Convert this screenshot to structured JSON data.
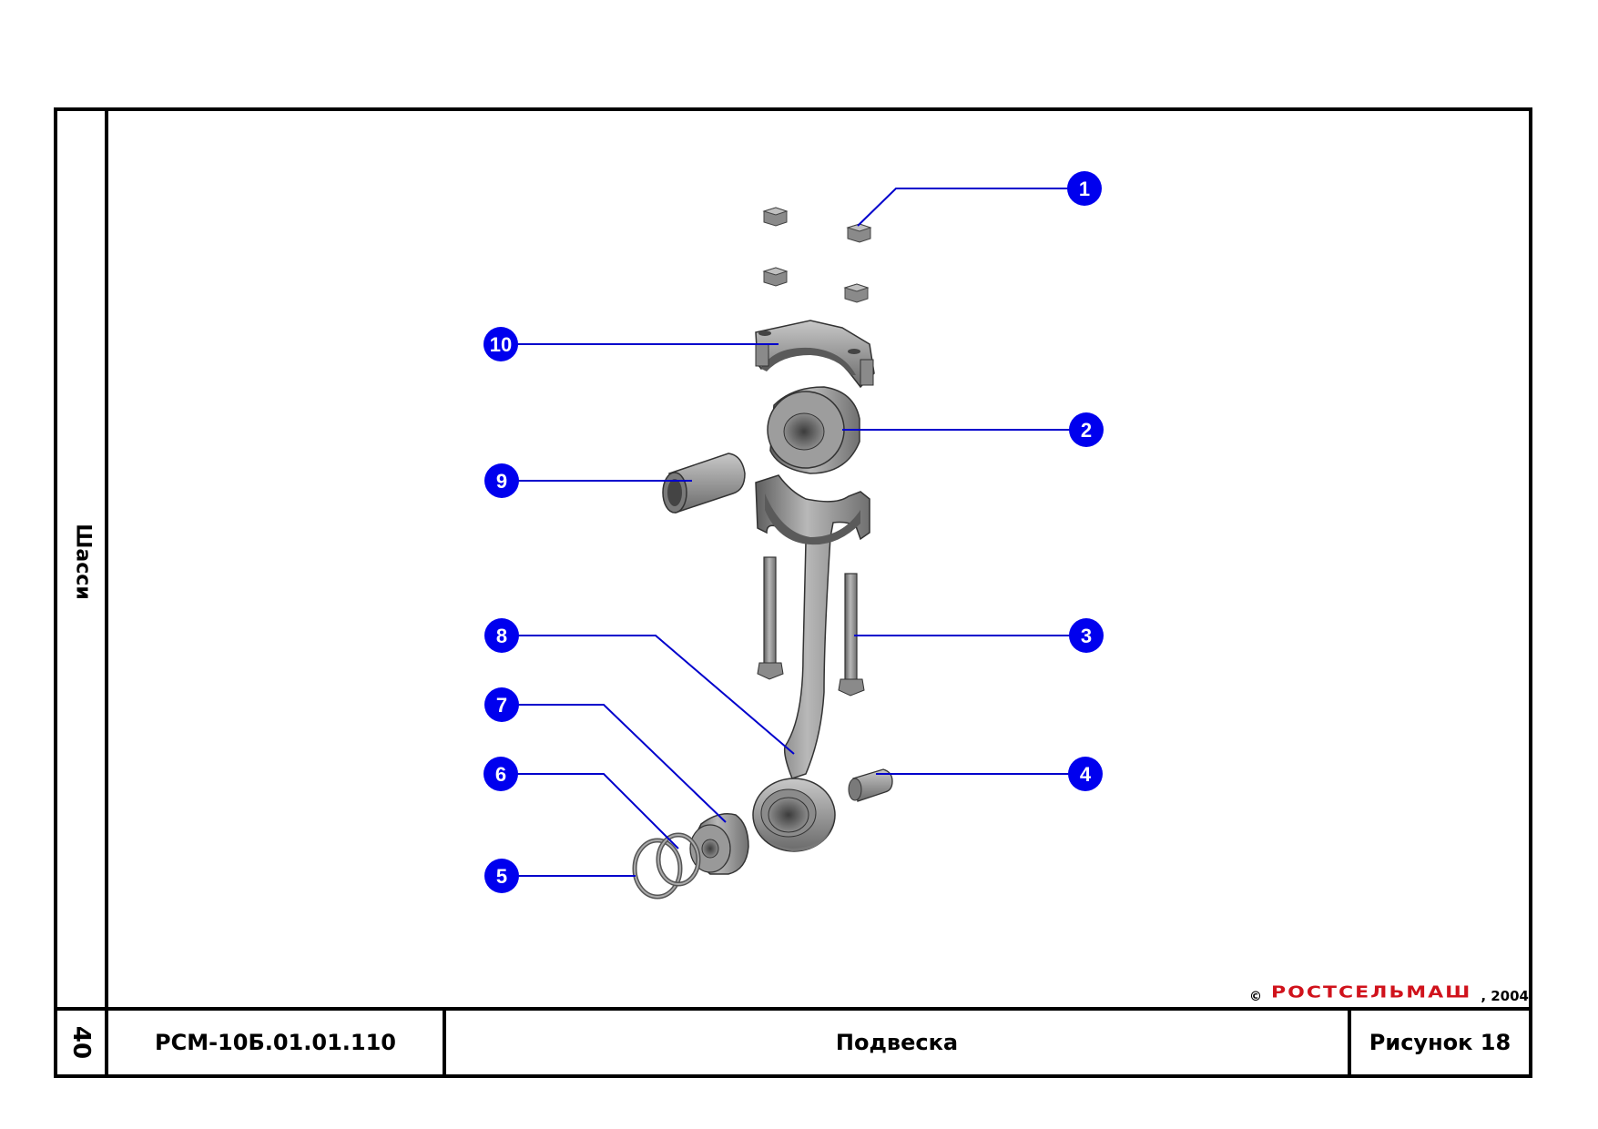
{
  "sheet": {
    "side_label": "Шасси",
    "page_number": "40",
    "doc_code": "РСМ-10Б.01.01.110",
    "title": "Подвеска",
    "figure": "Рисунок 18"
  },
  "copyright": {
    "symbol": "©",
    "brand": "РОСТСЕЛЬМАШ",
    "year": ", 2004"
  },
  "colors": {
    "callout_fill": "#0000ee",
    "leader": "#0000cc",
    "part_dark": "#6e6e6e",
    "part_mid": "#9a9a9a",
    "part_light": "#c4c4c4",
    "brand": "#d0121b"
  },
  "callouts": [
    {
      "id": "1",
      "label": "1"
    },
    {
      "id": "2",
      "label": "2"
    },
    {
      "id": "3",
      "label": "3"
    },
    {
      "id": "4",
      "label": "4"
    },
    {
      "id": "5",
      "label": "5"
    },
    {
      "id": "6",
      "label": "6"
    },
    {
      "id": "7",
      "label": "7"
    },
    {
      "id": "8",
      "label": "8"
    },
    {
      "id": "9",
      "label": "9"
    },
    {
      "id": "10",
      "label": "10"
    }
  ]
}
